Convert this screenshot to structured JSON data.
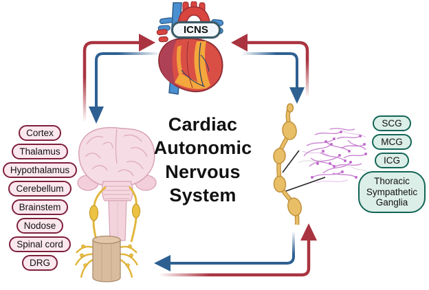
{
  "diagram": {
    "title": "Cardiac\nAutonomic\nNervous\nSystem",
    "heart_label": "ICNS",
    "brain_labels": [
      "Cortex",
      "Thalamus",
      "Hypothalamus",
      "Cerebellum",
      "Brainstem",
      "Nodose",
      "Spinal cord",
      "DRG"
    ],
    "ganglia_labels": [
      "SCG",
      "MCG",
      "ICG",
      "Thoracic Sympathetic Ganglia"
    ],
    "icons": {
      "heart": "heart-illustration",
      "brain": "brain-spinal-cord-illustration",
      "sympathetic_chain": "sympathetic-chain-illustration",
      "plexus": "neural-plexus-illustration"
    },
    "colors": {
      "arrow_red": "#A93440",
      "arrow_blue": "#2E6092",
      "brain_pill_border": "#7D1F3A",
      "brain_pill_fill": "#FBE7EE",
      "ganglia_pill_border": "#116455",
      "ganglia_pill_fill": "#DCEEE8",
      "icns_pill_border": "#3A5A66",
      "icns_pill_fill": "#F4F8FB"
    }
  }
}
